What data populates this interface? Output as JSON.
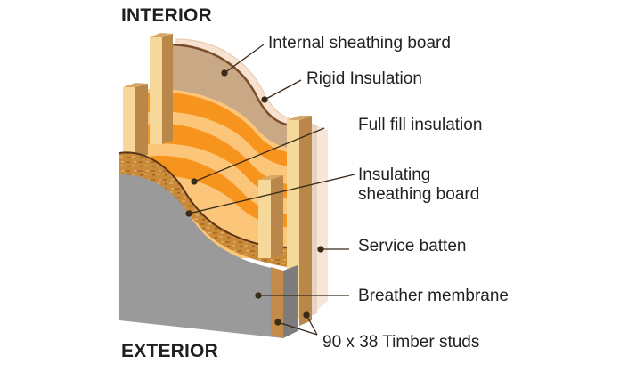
{
  "headings": {
    "top": "INTERIOR",
    "bottom": "EXTERIOR"
  },
  "labels": {
    "internal_sheathing_board": "Internal sheathing board",
    "rigid_insulation": "Rigid Insulation",
    "full_fill_insulation": "Full fill insulation",
    "insulating_sheathing_board_line1": "Insulating",
    "insulating_sheathing_board_line2": "sheathing board",
    "service_batten": "Service batten",
    "breather_membrane": "Breather membrane",
    "timber_studs": "90 x 38 Timber studs"
  },
  "colors": {
    "stud_light": "#f6d99a",
    "stud_side": "#b9874a",
    "internal_board": "#c9a886",
    "rigid_insulation": "#f7e2d2",
    "insulation_orange": "#f7941d",
    "insulation_light": "#fbc57a",
    "osb": "#c98a3a",
    "membrane": "#9a9a9a",
    "leader_line": "#3a2a1a"
  }
}
